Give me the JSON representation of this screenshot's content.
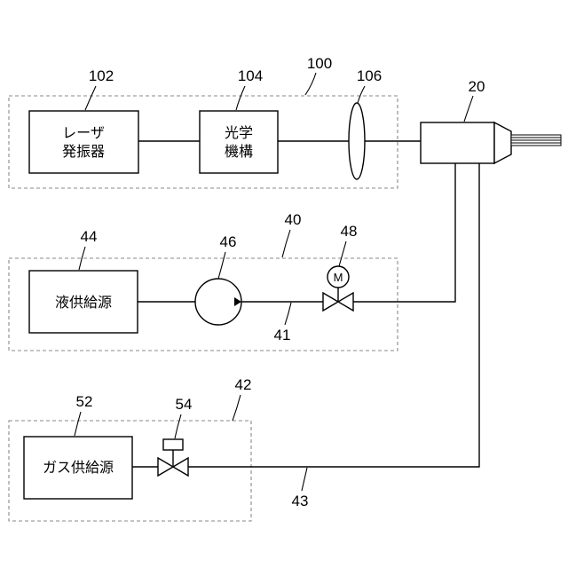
{
  "figure": {
    "refs": {
      "laser_system": "100",
      "laser_oscillator": "102",
      "optical_mechanism": "104",
      "lens": "106",
      "nozzle_head": "20",
      "liquid_supply_system": "40",
      "liquid_pipe": "41",
      "gas_supply_system": "42",
      "gas_pipe": "43",
      "liquid_supply_source": "44",
      "pump": "46",
      "liquid_valve": "48",
      "gas_supply_source": "52",
      "gas_valve": "54"
    },
    "blocks": {
      "laser_oscillator": [
        "レーザ",
        "発振器"
      ],
      "optical_mechanism": [
        "光学",
        "機構"
      ],
      "liquid_supply_source": "液供給源",
      "gas_supply_source": "ガス供給源"
    },
    "motor_symbol": "M"
  }
}
